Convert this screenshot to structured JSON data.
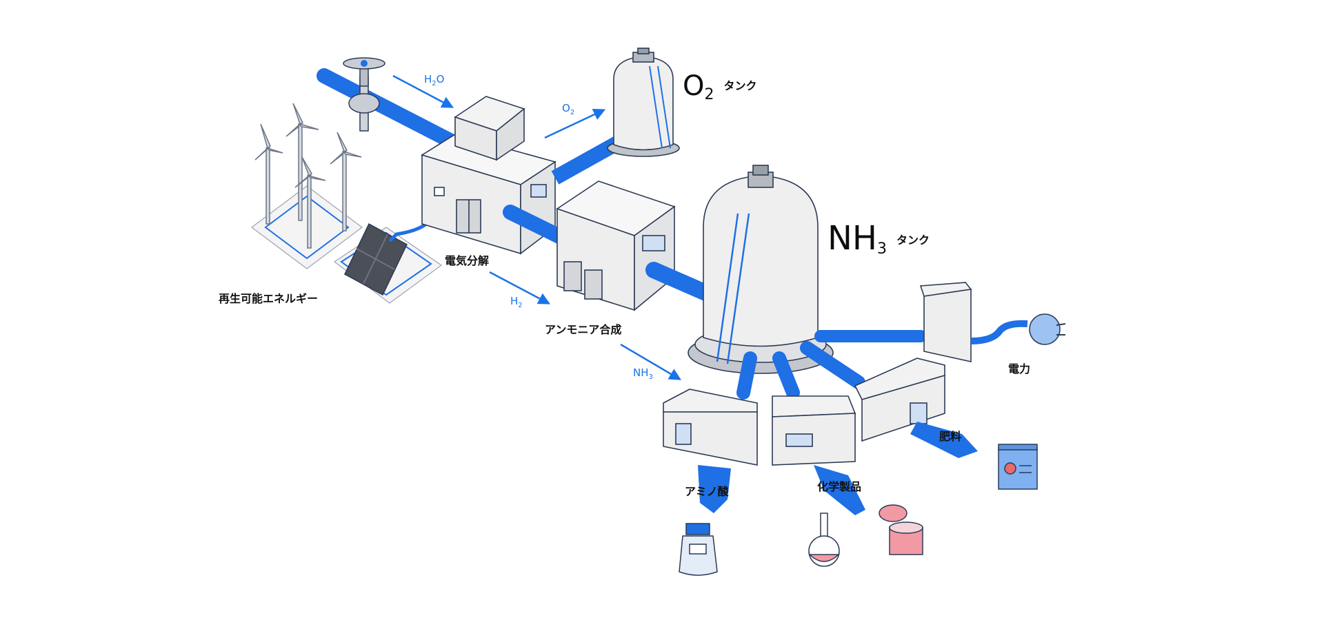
{
  "labels": {
    "renewable": "再生可能エネルギー",
    "electrolysis": "電気分解",
    "ammonia_synthesis": "アンモニア合成",
    "electricity": "電力",
    "fertilizer": "肥料",
    "amino_acid": "アミノ酸",
    "chemicals": "化学製品"
  },
  "flows": {
    "h2o": {
      "main": "H",
      "sub": "2",
      "tail": "O"
    },
    "o2": {
      "main": "O",
      "sub": "2"
    },
    "h2": {
      "main": "H",
      "sub": "2"
    },
    "nh3": {
      "main": "NH",
      "sub": "3"
    }
  },
  "tanks": {
    "o2": {
      "main": "O",
      "sub": "2",
      "word": "タンク"
    },
    "nh3": {
      "main": "NH",
      "sub": "3",
      "word": "タンク"
    }
  },
  "colors": {
    "pipe": "#1f6fe5",
    "accent_text": "#1a73e8",
    "outline": "#2b3a55",
    "building": "#eeeeee"
  }
}
